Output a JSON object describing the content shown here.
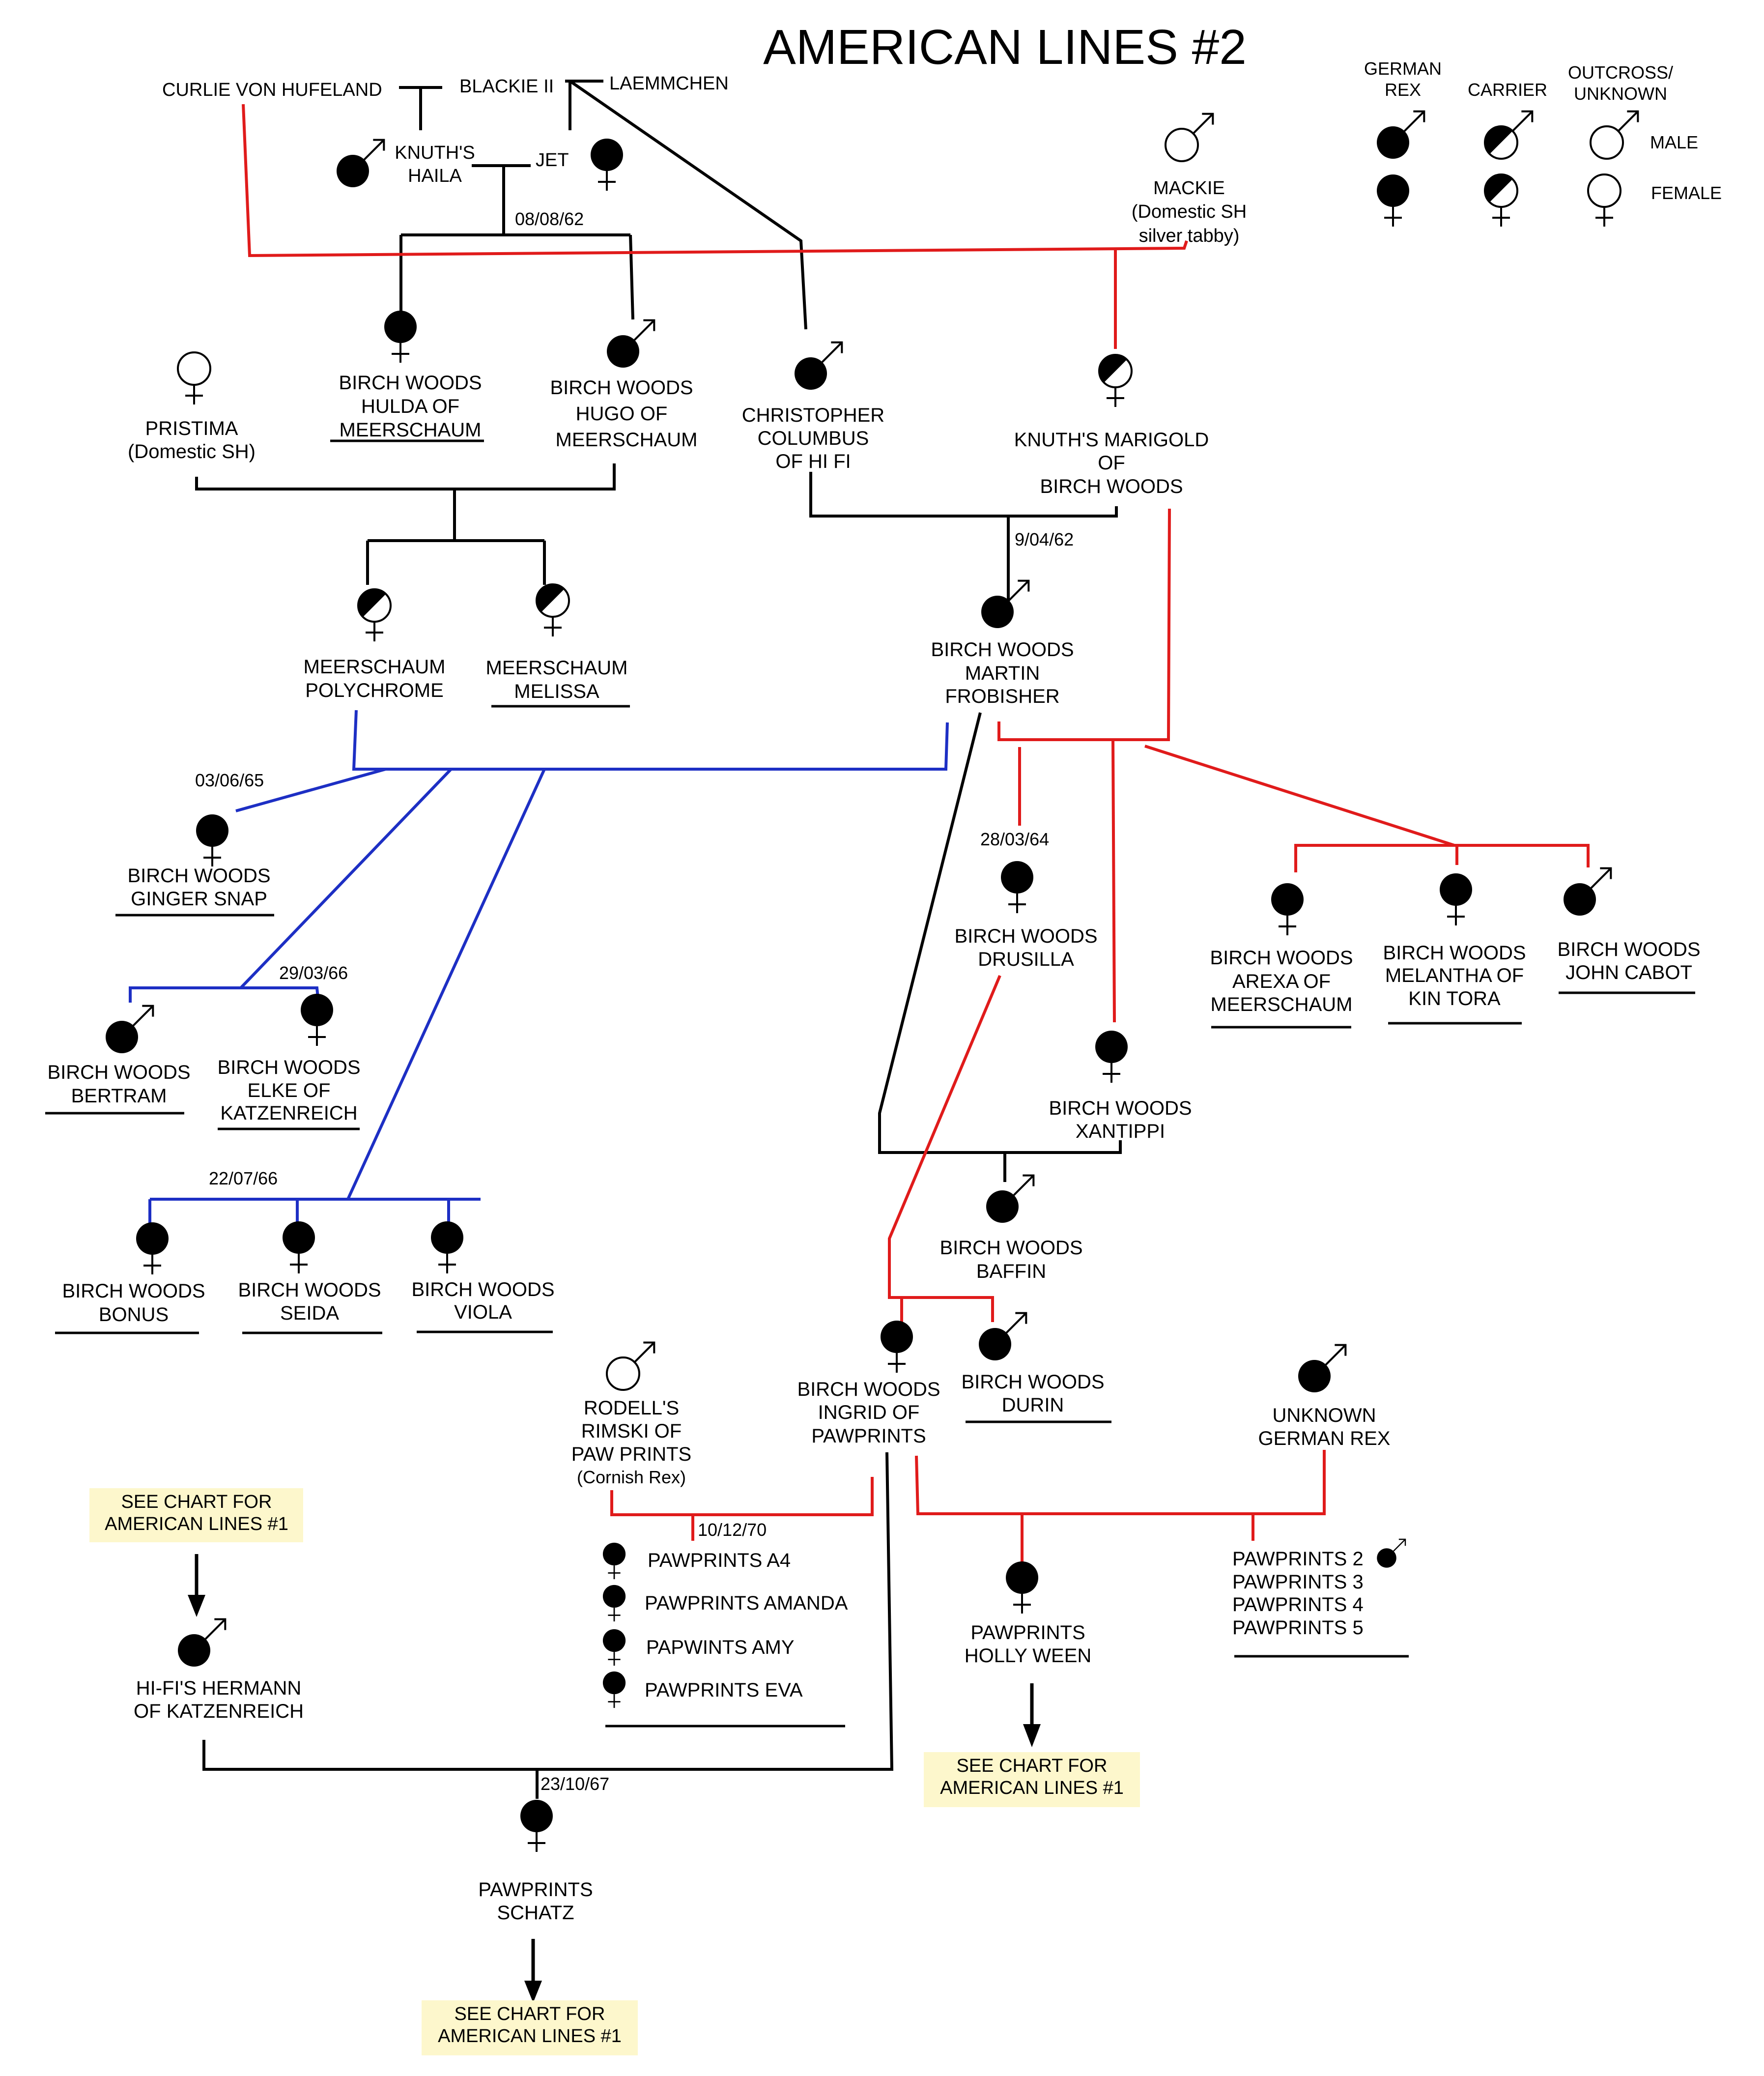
{
  "title": "AMERICAN LINES #2",
  "legend": {
    "col_german_rex": [
      "GERMAN",
      "REX"
    ],
    "col_carrier": "CARRIER",
    "col_outcross": [
      "OUTCROSS/",
      "UNKNOWN"
    ],
    "row_male": "MALE",
    "row_female": "FEMALE"
  },
  "colors": {
    "red": "#e01b1b",
    "blue": "#1d2fc4",
    "black": "#000000",
    "note_bg": "#fdf7cc"
  },
  "founders": {
    "curlie": "CURLIE VON HUFELAND",
    "blackie": "BLACKIE II",
    "laemmchen": "LAEMMCHEN",
    "knuths_haila": [
      "KNUTH'S",
      "HAILA"
    ],
    "jet": "JET",
    "mackie": [
      "MACKIE",
      "(Domestic SH",
      "silver tabby)"
    ]
  },
  "dates": {
    "d1": "08/08/62",
    "d2": "9/04/62",
    "d3": "03/06/65",
    "d4": "28/03/64",
    "d5": "29/03/66",
    "d6": "22/07/66",
    "d7": "10/12/70",
    "d8": "23/10/67"
  },
  "cats": {
    "hulda": [
      "BIRCH WOODS",
      "HULDA OF",
      "MEERSCHAUM"
    ],
    "hugo": [
      "BIRCH WOODS",
      "HUGO OF",
      "MEERSCHAUM"
    ],
    "christopher": [
      "CHRISTOPHER",
      "COLUMBUS",
      "OF HI FI"
    ],
    "marigold": [
      "KNUTH'S MARIGOLD",
      "OF",
      "BIRCH WOODS"
    ],
    "pristima": [
      "PRISTIMA",
      "(Domestic SH)"
    ],
    "polychrome": [
      "MEERSCHAUM",
      "POLYCHROME"
    ],
    "melissa": [
      "MEERSCHAUM",
      "MELISSA"
    ],
    "martin": [
      "BIRCH WOODS",
      "MARTIN",
      "FROBISHER"
    ],
    "ginger": [
      "BIRCH WOODS",
      "GINGER SNAP"
    ],
    "drusilla": [
      "BIRCH WOODS",
      "DRUSILLA"
    ],
    "arexa": [
      "BIRCH WOODS",
      "AREXA OF",
      "MEERSCHAUM"
    ],
    "melantha": [
      "BIRCH WOODS",
      "MELANTHA OF",
      "KIN TORA"
    ],
    "cabot": [
      "BIRCH WOODS",
      "JOHN CABOT"
    ],
    "bertram": [
      "BIRCH WOODS",
      "BERTRAM"
    ],
    "elke": [
      "BIRCH WOODS",
      "ELKE OF",
      "KATZENREICH"
    ],
    "xantippi": [
      "BIRCH WOODS",
      "XANTIPPI"
    ],
    "bonus": [
      "BIRCH WOODS",
      "BONUS"
    ],
    "seida": [
      "BIRCH WOODS",
      "SEIDA"
    ],
    "viola": [
      "BIRCH WOODS",
      "VIOLA"
    ],
    "baffin": [
      "BIRCH WOODS",
      "BAFFIN"
    ],
    "ingrid": [
      "BIRCH WOODS",
      "INGRID OF",
      "PAWPRINTS"
    ],
    "durin": [
      "BIRCH WOODS",
      "DURIN"
    ],
    "rodell": [
      "RODELL'S",
      "RIMSKI OF",
      "PAW PRINTS",
      "(Cornish Rex)"
    ],
    "unknown_rex": [
      "UNKNOWN",
      "GERMAN REX"
    ],
    "hermann": [
      "HI-FI'S HERMANN",
      "OF KATZENREICH"
    ],
    "holly": [
      "PAWPRINTS",
      "HOLLY WEEN"
    ],
    "schatz": [
      "PAWPRINTS",
      "SCHATZ"
    ]
  },
  "litters": {
    "pawprints_a": [
      "PAWPRINTS A4",
      "PAWPRINTS AMANDA",
      "PAPWINTS AMY",
      "PAWPRINTS EVA"
    ],
    "pawprints_b": [
      "PAWPRINTS 2",
      "PAWPRINTS 3",
      "PAWPRINTS 4",
      "PAWPRINTS 5"
    ]
  },
  "notes": {
    "see_chart": [
      "SEE CHART FOR",
      "AMERICAN LINES #1"
    ]
  }
}
